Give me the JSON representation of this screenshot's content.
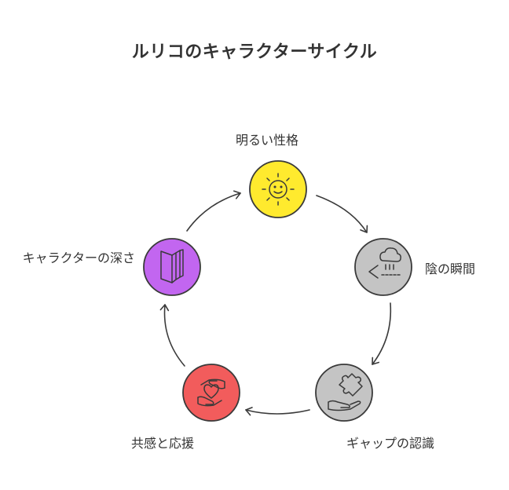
{
  "title": "ルリコのキャラクターサイクル",
  "nodes": [
    {
      "label": "明るい性格",
      "icon": "sun-icon",
      "color": "#ffea2e"
    },
    {
      "label": "陰の瞬間",
      "icon": "rain-cloud-icon",
      "color": "#c4c4c4"
    },
    {
      "label": "ギャップの認識",
      "icon": "puzzle-hand-icon",
      "color": "#c4c4c4"
    },
    {
      "label": "共感と応援",
      "icon": "heart-hands-icon",
      "color": "#f25c5c"
    },
    {
      "label": "キャラクターの深さ",
      "icon": "book-pages-icon",
      "color": "#c266f0"
    }
  ],
  "colors": {
    "stroke": "#3a3a3a",
    "text": "#333333"
  }
}
